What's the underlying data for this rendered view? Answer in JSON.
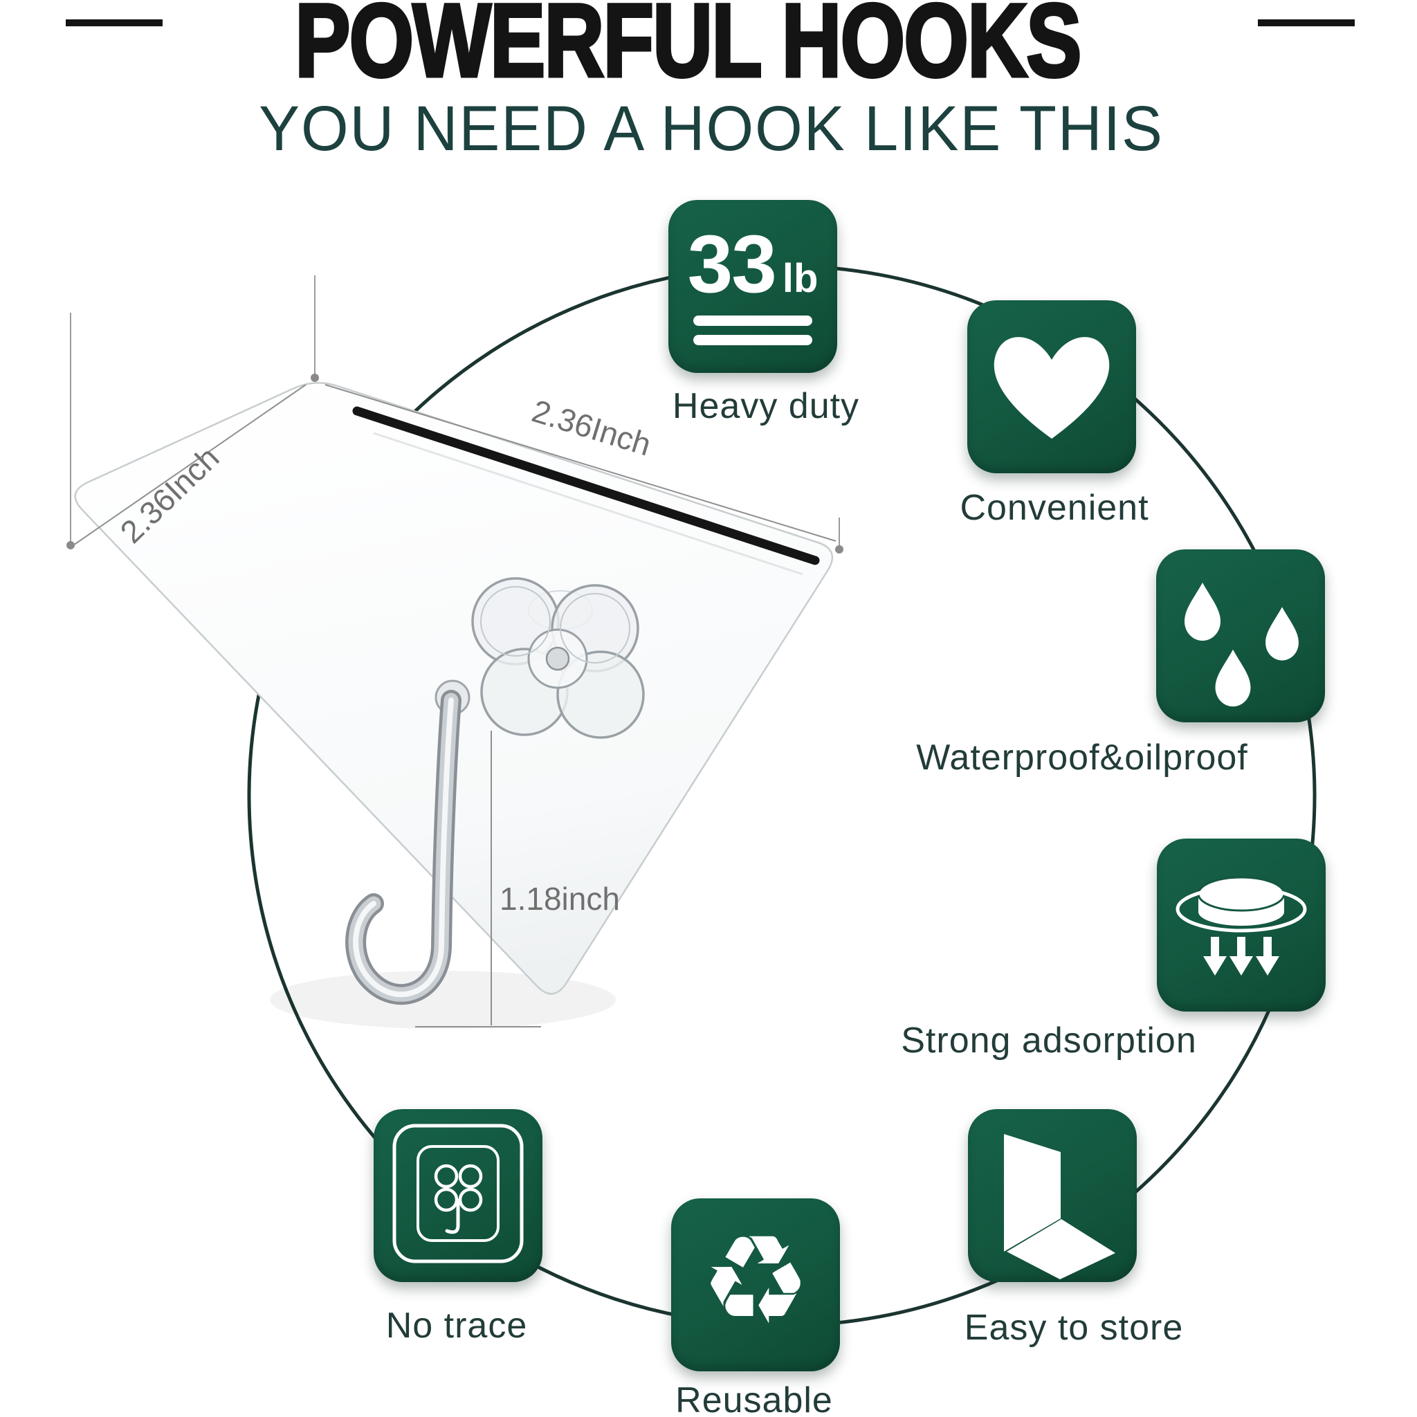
{
  "header": {
    "title": "POWERFUL HOOKS",
    "subtitle": "YOU NEED A HOOK LIKE THIS"
  },
  "features": [
    {
      "id": "heavy-duty",
      "label": "Heavy duty",
      "icon": "weight-rating-icon",
      "rating_value": "33",
      "rating_unit": "lb"
    },
    {
      "id": "convenient",
      "label": "Convenient",
      "icon": "heart-icon"
    },
    {
      "id": "waterproof-oilproof",
      "label": "Waterproof&oilproof",
      "icon": "water-drops-icon"
    },
    {
      "id": "strong-adsorption",
      "label": "Strong adsorption",
      "icon": "suction-cup-icon"
    },
    {
      "id": "easy-to-store",
      "label": "Easy to store",
      "icon": "folded-panel-icon"
    },
    {
      "id": "reusable",
      "label": "Reusable",
      "icon": "recycle-icon",
      "glyph": "♻"
    },
    {
      "id": "no-trace",
      "label": "No trace",
      "icon": "hook-plate-icon"
    }
  ],
  "product": {
    "dimensions": {
      "top_width": "2.36Inch",
      "side_width": "2.36Inch",
      "hook_length": "1.18inch"
    }
  },
  "colors": {
    "badge_green": "#13573F",
    "ring_line": "#1B3531",
    "title_text": "#141414",
    "subtitle_text": "#1C413E",
    "label_text": "#223C39",
    "dimension_text": "#707070"
  }
}
